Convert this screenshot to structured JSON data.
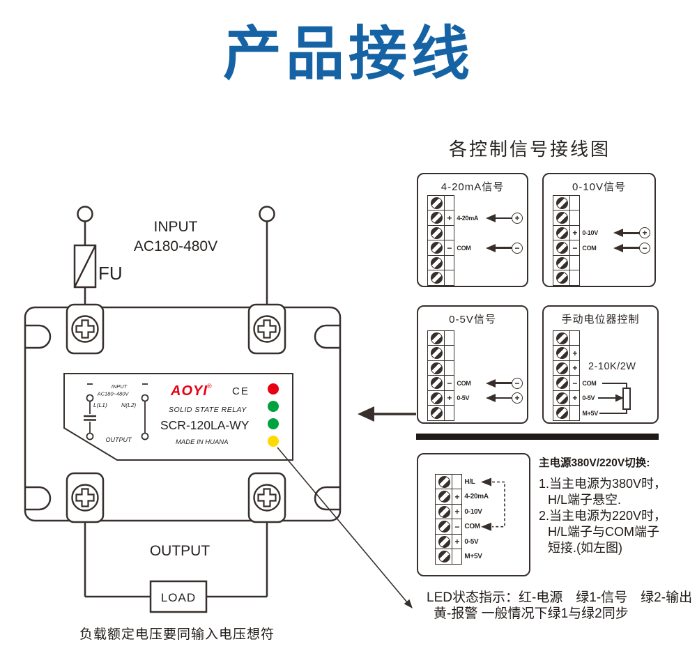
{
  "title": "产品接线",
  "device": {
    "input_label": "INPUT",
    "input_voltage": "AC180-480V",
    "fuse_label": "FU",
    "output_label": "OUTPUT",
    "load_label": "LOAD",
    "caption": "负载额定电压要同输入电压想符",
    "plate": {
      "minus_left": "−",
      "minus_right": "−",
      "input_small": "INPUT",
      "voltage_small": "AC180~480V",
      "terminal_l": "L(L1)",
      "terminal_n": "N(L2)",
      "output_small": "OUTPUT",
      "brand": "AOYI",
      "reg_mark": "®",
      "ce_mark": "CE",
      "product_type": "SOLID STATE RELAY",
      "model": "SCR-120LA-WY",
      "made_in": "MADE IN HUANA"
    },
    "leds": {
      "red": "#e60012",
      "green1": "#00a23e",
      "green2": "#00a23e",
      "yellow": "#ffd900"
    }
  },
  "right_panel": {
    "header": "各控制信号接线图",
    "signal_boxes": [
      {
        "title": "4-20mA信号",
        "rows": [
          {
            "sign": "",
            "label": ""
          },
          {
            "sign": "+",
            "label": "4-20mA",
            "arrow": "+"
          },
          {
            "sign": "",
            "label": ""
          },
          {
            "sign": "−",
            "label": "COM",
            "arrow": "−"
          },
          {
            "sign": "",
            "label": ""
          },
          {
            "sign": "",
            "label": ""
          }
        ]
      },
      {
        "title": "0-10V信号",
        "rows": [
          {
            "sign": "",
            "label": ""
          },
          {
            "sign": "",
            "label": ""
          },
          {
            "sign": "+",
            "label": "0-10V",
            "arrow": "+"
          },
          {
            "sign": "−",
            "label": "COM",
            "arrow": "−"
          },
          {
            "sign": "",
            "label": ""
          },
          {
            "sign": "",
            "label": ""
          }
        ]
      },
      {
        "title": "0-5V信号",
        "rows": [
          {
            "sign": "",
            "label": ""
          },
          {
            "sign": "",
            "label": ""
          },
          {
            "sign": "",
            "label": ""
          },
          {
            "sign": "−",
            "label": "COM",
            "arrow": "−"
          },
          {
            "sign": "+",
            "label": "0-5V",
            "arrow": "+"
          },
          {
            "sign": "",
            "label": ""
          }
        ]
      },
      {
        "title": "手动电位器控制",
        "pot_label": "2-10K/2W",
        "rows": [
          {
            "sign": "",
            "label": ""
          },
          {
            "sign": "+",
            "label": ""
          },
          {
            "sign": "+",
            "label": ""
          },
          {
            "sign": "−",
            "label": "COM"
          },
          {
            "sign": "+",
            "label": "0-5V"
          },
          {
            "sign": "",
            "label": "M+5V"
          }
        ]
      }
    ],
    "switch_box": {
      "rows": [
        {
          "sign": "",
          "label": "H/L"
        },
        {
          "sign": "+",
          "label": "4-20mA"
        },
        {
          "sign": "+",
          "label": "0-10V"
        },
        {
          "sign": "−",
          "label": "COM"
        },
        {
          "sign": "+",
          "label": "0-5V"
        },
        {
          "sign": "",
          "label": "M+5V"
        }
      ]
    },
    "power_note": {
      "heading": "主电源380V/220V切换:",
      "line1": "1.当主电源为380V时，",
      "line2": "H/L端子悬空.",
      "line3": "2.当主电源为220V时，",
      "line4": "H/L端子与COM端子",
      "line5": "短接.(如左图)"
    },
    "led_note": {
      "line1": "LED状态指示：红-电源　绿1-信号　绿2-输出",
      "line2": "黄-报警 一般情况下绿1与绿2同步"
    }
  }
}
